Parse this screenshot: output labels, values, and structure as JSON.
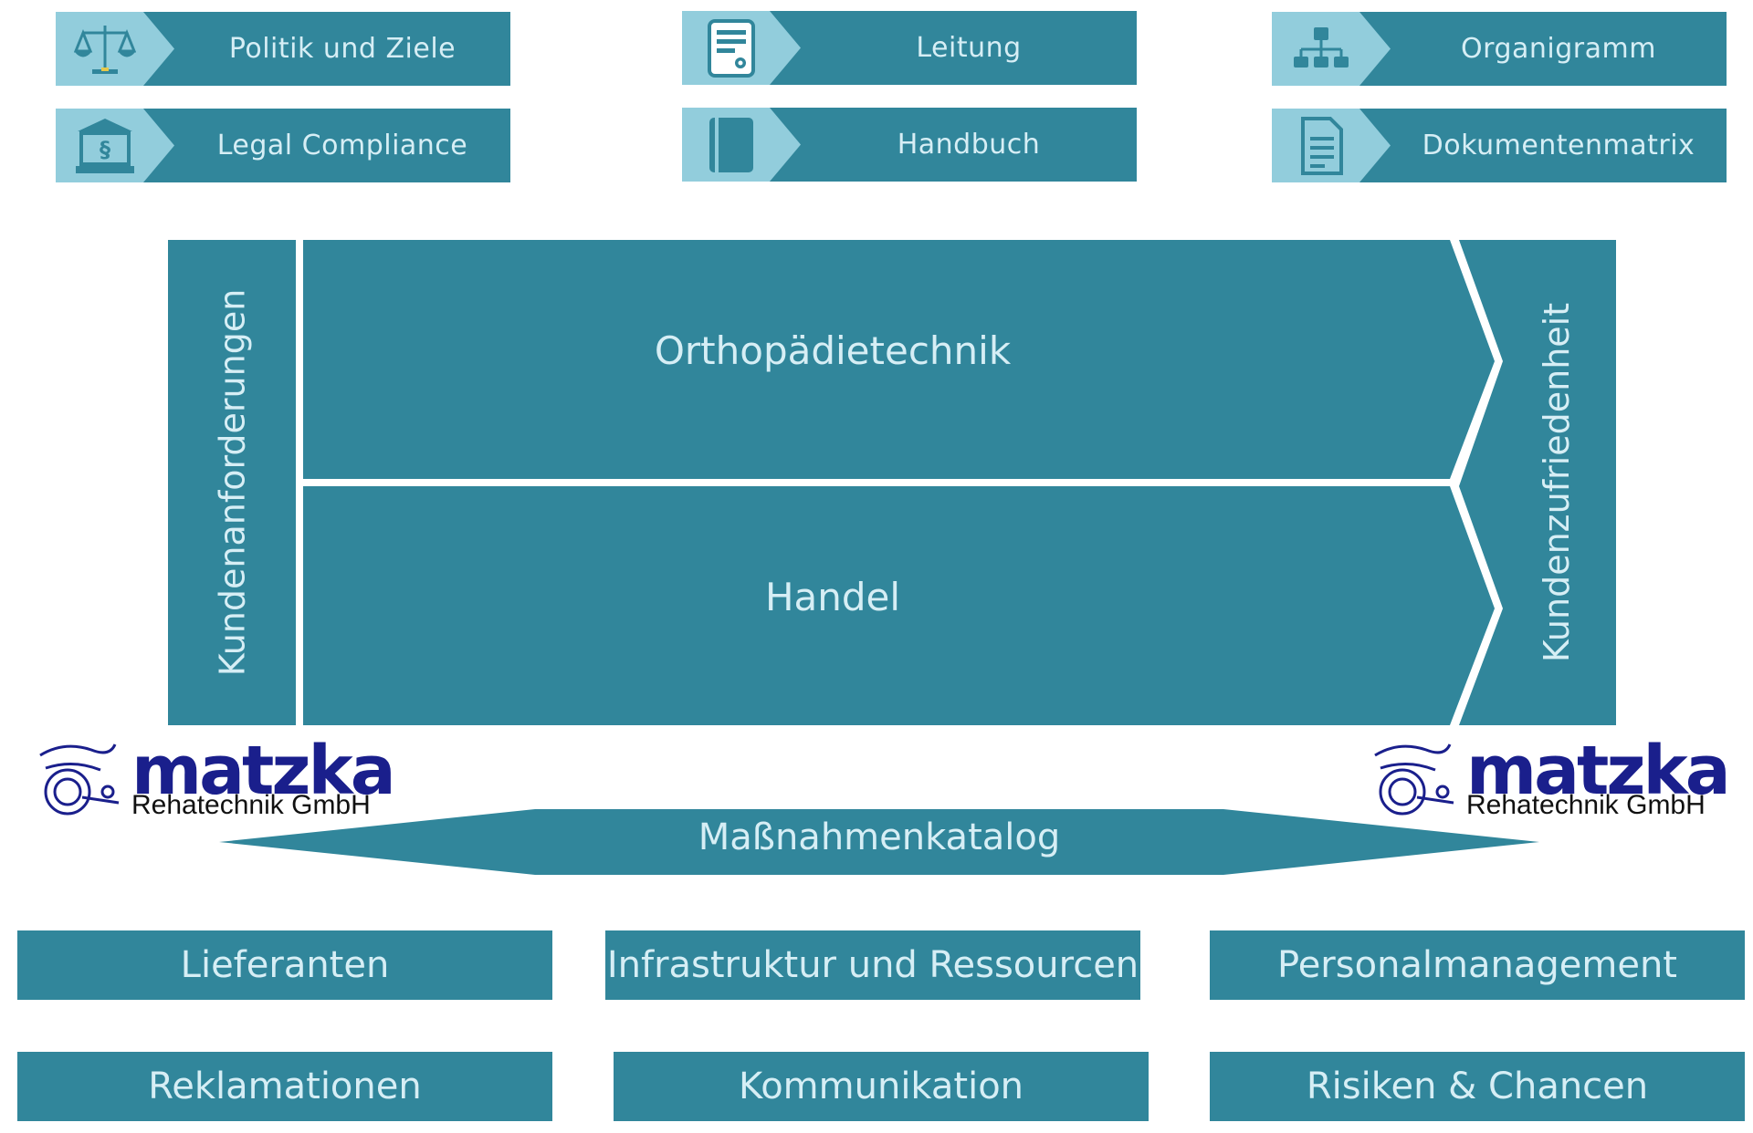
{
  "nav": [
    {
      "label": "Politik und Ziele",
      "icon": "scales-icon"
    },
    {
      "label": "Leitung",
      "icon": "certificate-icon"
    },
    {
      "label": "Organigramm",
      "icon": "org-chart-icon"
    },
    {
      "label": "Legal Compliance",
      "icon": "courthouse-icon"
    },
    {
      "label": "Handbuch",
      "icon": "book-icon"
    },
    {
      "label": "Dokumentenmatrix",
      "icon": "document-icon"
    }
  ],
  "core": {
    "left_label": "Kundenanforderungen",
    "right_label": "Kundenzufriedenheit",
    "process1": "Orthopädietechnik",
    "process2": "Handel"
  },
  "logo": {
    "name": "matzka",
    "subtitle": "Rehatechnik GmbH"
  },
  "catalog": "Maßnahmenkatalog",
  "support": [
    "Lieferanten",
    "Infrastruktur und Ressourcen",
    "Personalmanagement",
    "Reklamationen",
    "Kommunikation",
    "Risiken & Chancen"
  ],
  "colors": {
    "primary": "#31869b",
    "light": "#92cddc",
    "text": "#d6eef5",
    "logo": "#1a1f8c"
  }
}
